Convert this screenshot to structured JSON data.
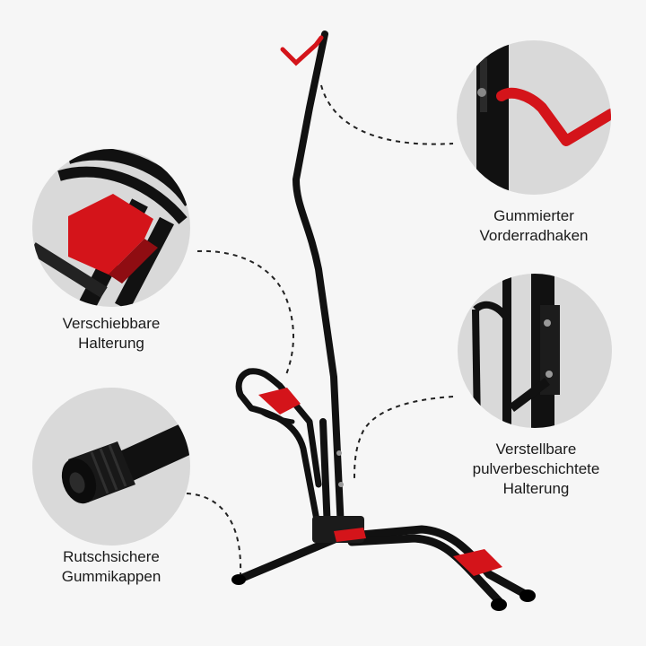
{
  "colors": {
    "background": "#f6f6f6",
    "circle": "#d9d9d9",
    "frame": "#111111",
    "accent_red": "#d4141a"
  },
  "features": [
    {
      "id": "hook",
      "lines": [
        "Gummierter",
        "Vorderradhaken"
      ]
    },
    {
      "id": "slider",
      "lines": [
        "Verschiebbare",
        "Halterung"
      ]
    },
    {
      "id": "adjustable",
      "lines": [
        "Verstellbare",
        "pulverbeschichtete",
        "Halterung"
      ]
    },
    {
      "id": "caps",
      "lines": [
        "Rutschsichere",
        "Gummikappen"
      ]
    }
  ]
}
